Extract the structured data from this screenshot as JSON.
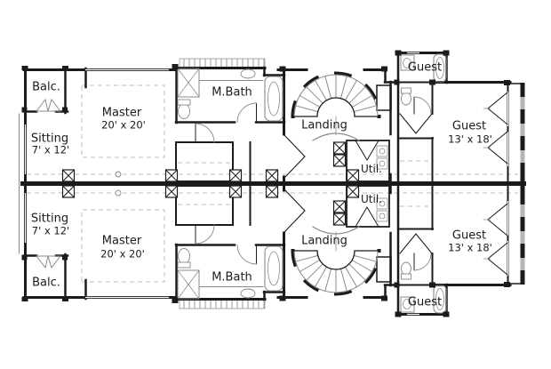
{
  "rooms": {
    "top": {
      "balcony": {
        "label": "Balc."
      },
      "sitting": {
        "label": "Sitting",
        "dims": "7' x 12'"
      },
      "master": {
        "label": "Master",
        "dims": "20' x 20'"
      },
      "master_bath": {
        "label": "M.Bath"
      },
      "landing": {
        "label": "Landing"
      },
      "utility": {
        "label": "Util."
      },
      "guest_bath": {
        "label": "Guest"
      },
      "guest": {
        "label": "Guest",
        "dims": "13' x 18'"
      }
    },
    "bottom": {
      "balcony": {
        "label": "Balc."
      },
      "sitting": {
        "label": "Sitting",
        "dims": "7' x 12'"
      },
      "master": {
        "label": "Master",
        "dims": "20' x 20'"
      },
      "master_bath": {
        "label": "M.Bath"
      },
      "landing": {
        "label": "Landing"
      },
      "utility": {
        "label": "Util."
      },
      "guest_bath": {
        "label": "Guest"
      },
      "guest": {
        "label": "Guest",
        "dims": "13' x 18'"
      }
    }
  },
  "colors": {
    "wall": "#1b1b1b",
    "detail": "#8a8a8a",
    "dash": "#bdbdbd",
    "text": "#1a1a1a",
    "background": "#ffffff"
  }
}
